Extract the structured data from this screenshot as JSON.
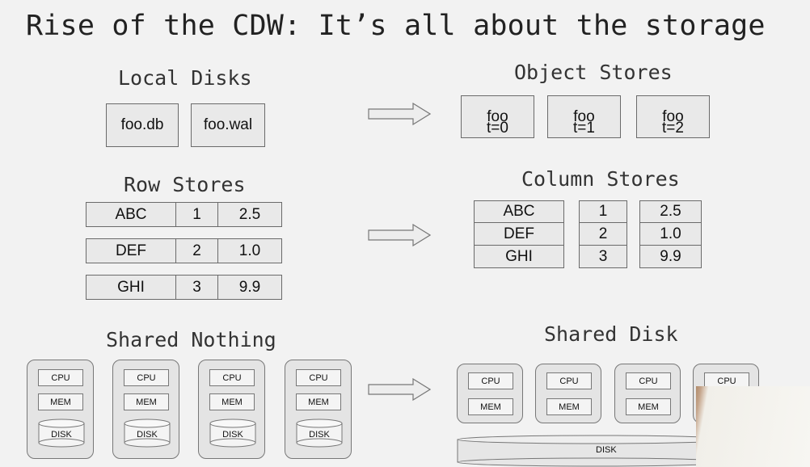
{
  "title": "Rise of the CDW: It’s all about the storage",
  "sections": {
    "local_disks": {
      "heading": "Local Disks",
      "files": [
        "foo.db",
        "foo.wal"
      ]
    },
    "object_stores": {
      "heading": "Object Stores",
      "objects": [
        {
          "name": "foo",
          "version": "t=0"
        },
        {
          "name": "foo",
          "version": "t=1"
        },
        {
          "name": "foo",
          "version": "t=2"
        }
      ]
    },
    "row_stores": {
      "heading": "Row Stores",
      "rows": [
        [
          "ABC",
          "1",
          "2.5"
        ],
        [
          "DEF",
          "2",
          "1.0"
        ],
        [
          "GHI",
          "3",
          "9.9"
        ]
      ]
    },
    "column_stores": {
      "heading": "Column Stores",
      "columns": [
        [
          "ABC",
          "DEF",
          "GHI"
        ],
        [
          "1",
          "2",
          "3"
        ],
        [
          "2.5",
          "1.0",
          "9.9"
        ]
      ]
    },
    "shared_nothing": {
      "heading": "Shared Nothing",
      "components": {
        "cpu": "CPU",
        "mem": "MEM",
        "disk": "DISK"
      },
      "node_count": 4
    },
    "shared_disk": {
      "heading": "Shared Disk",
      "components": {
        "cpu": "CPU",
        "mem": "MEM"
      },
      "disk": "DISK",
      "node_count": 4
    }
  },
  "colors": {
    "box_fill": "#e9e9e9",
    "border": "#6a6a6a",
    "background": "#f2f2f2"
  }
}
